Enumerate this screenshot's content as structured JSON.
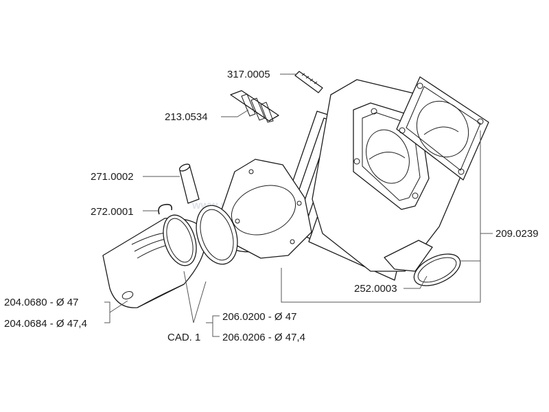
{
  "labels": {
    "screw": "317.0005",
    "reed": "213.0534",
    "pin": "271.0002",
    "clip": "272.0001",
    "cylinder": "209.0239",
    "gasket": "252.0003",
    "piston_a": "204.0680 - Ø 47",
    "piston_b": "204.0684 - Ø 47,4",
    "cad": "CAD. 1",
    "ring_a": "206.0200 - Ø 47",
    "ring_b": "206.0206 - Ø 47,4"
  },
  "watermark": "www.pneuskutry.cz",
  "colors": {
    "line": "#1a1a1a",
    "leader": "#555555",
    "background": "#ffffff"
  }
}
